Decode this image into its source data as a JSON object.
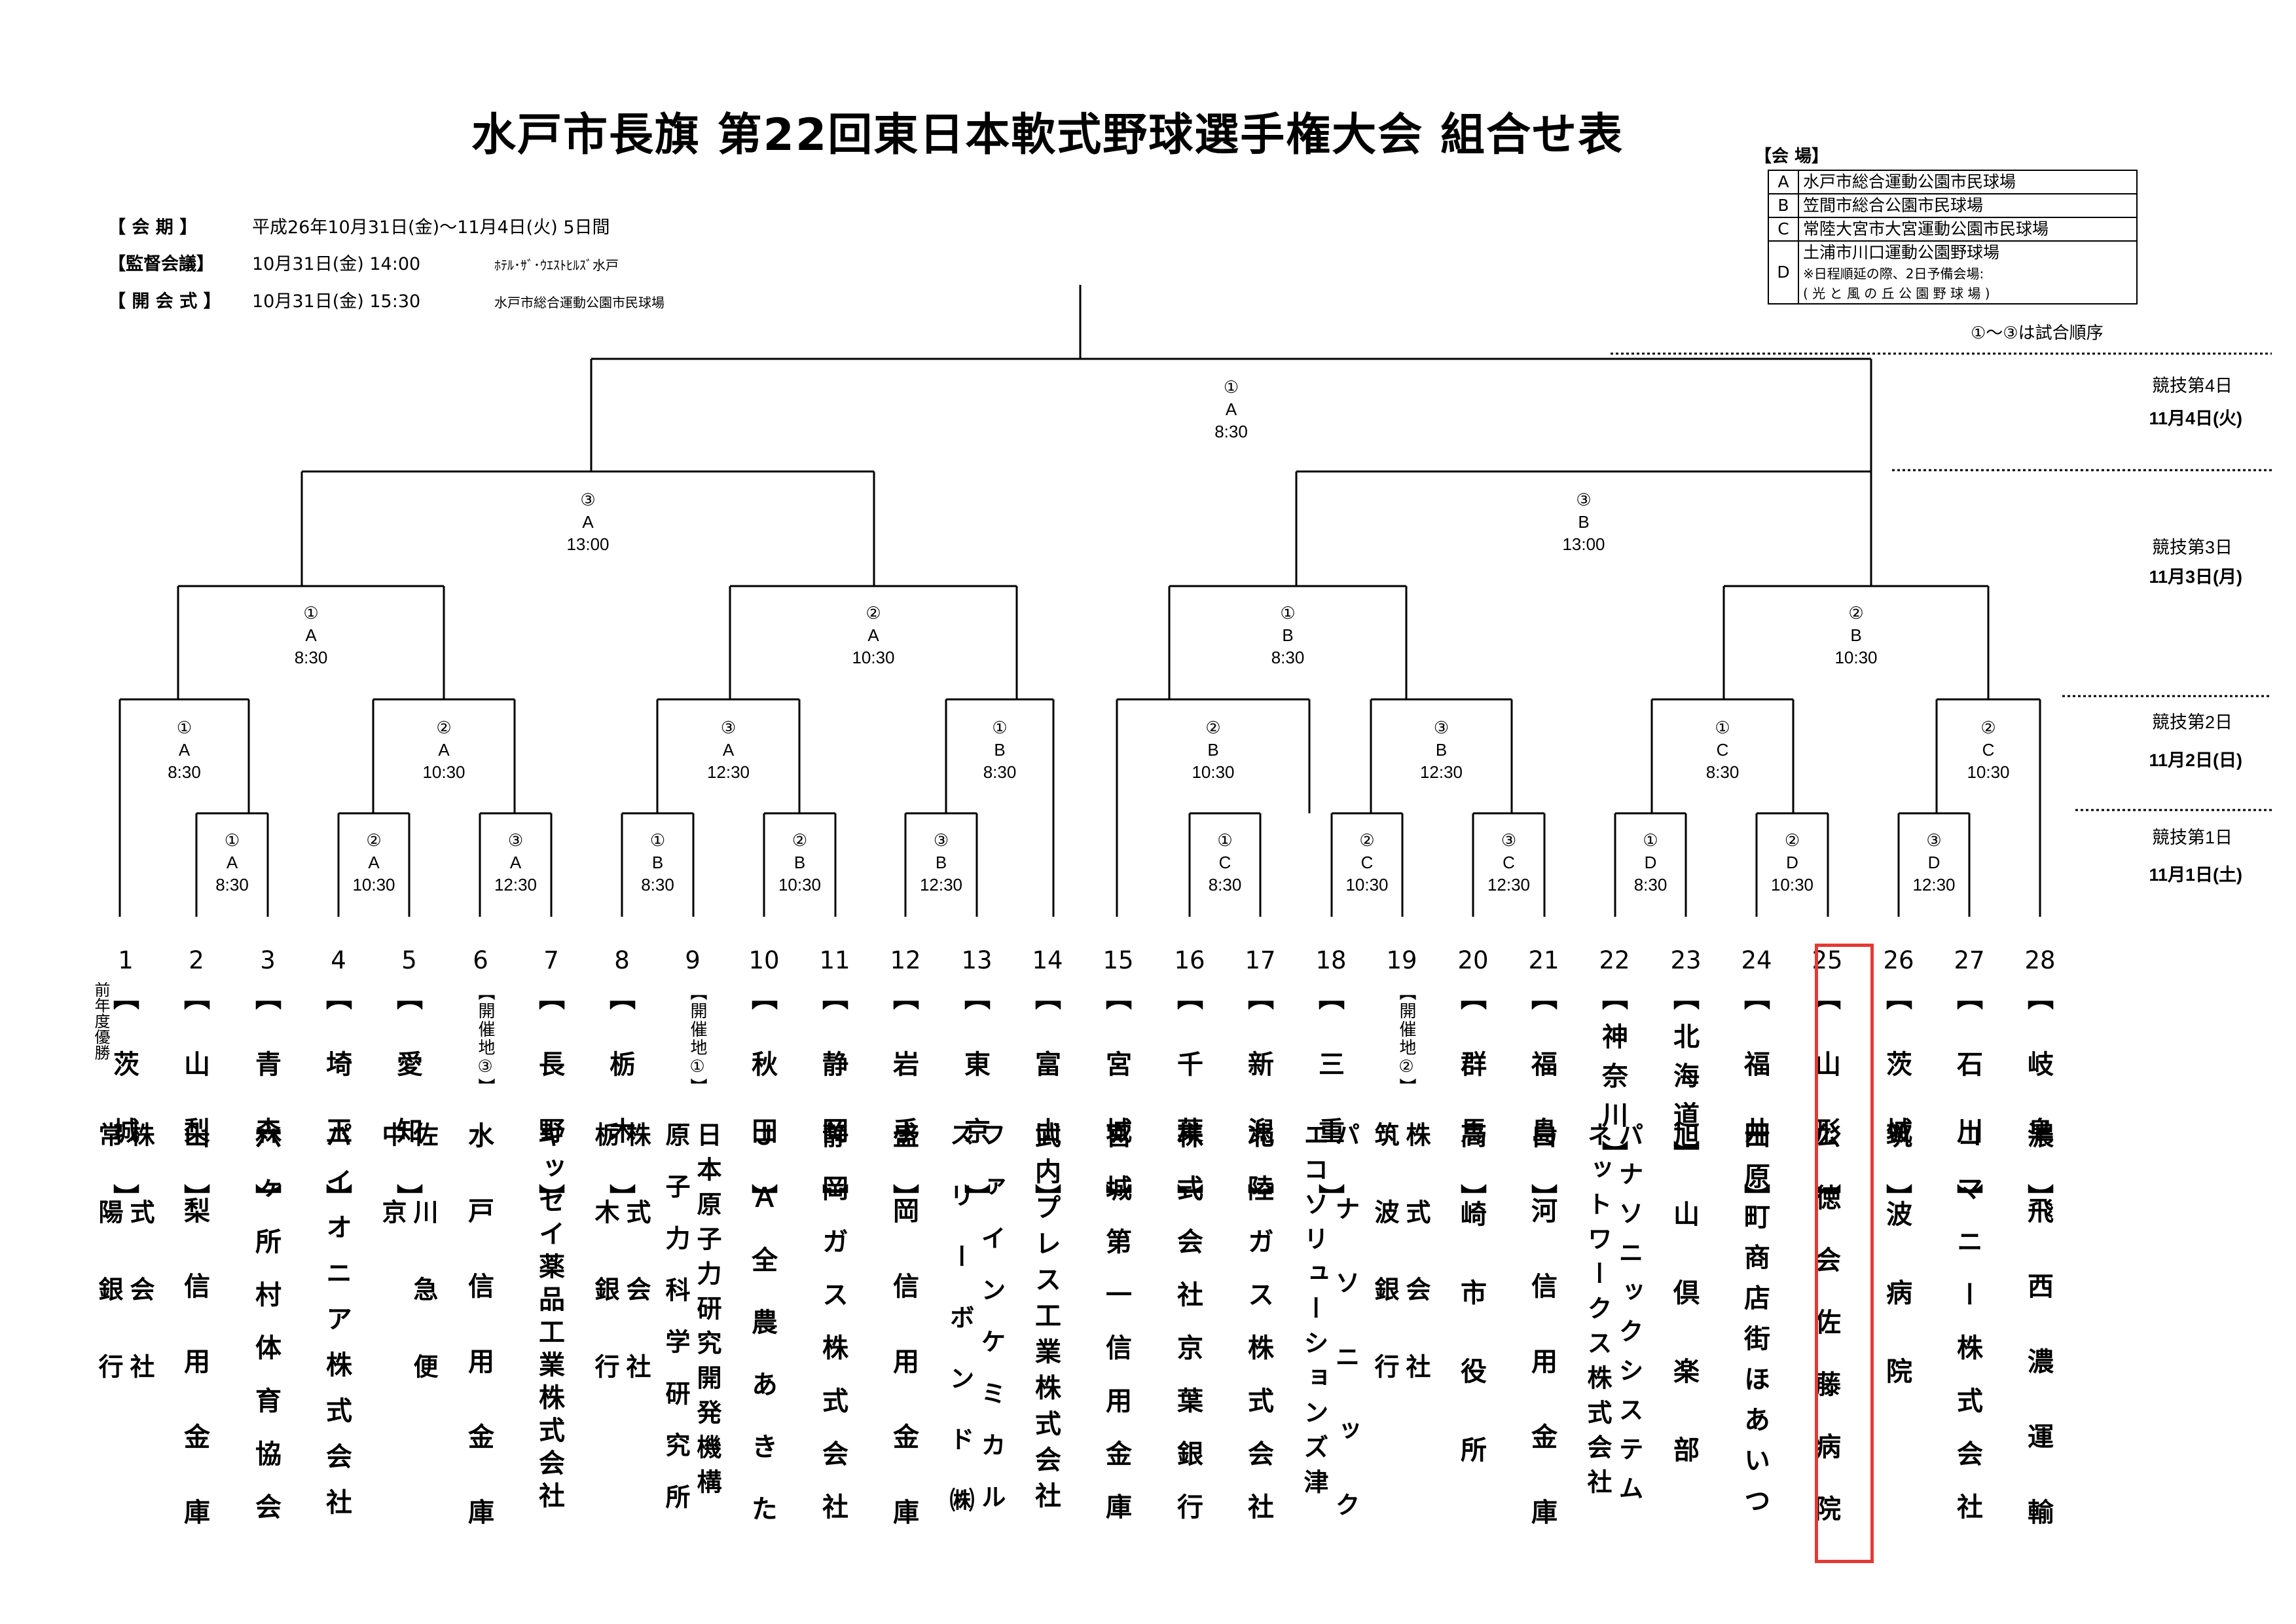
{
  "title": "水戸市長旗 第22回東日本軟式野球選手権大会 組合せ表",
  "info": [
    {
      "label": "【 会 期 】",
      "value": "平成26年10月31日(金)～11月4日(火) 5日間",
      "place": ""
    },
    {
      "label": "【監督会議】",
      "value": "10月31日(金) 14:00",
      "place": "ﾎﾃﾙ･ｻﾞ･ｳｴｽﾄﾋﾙｽﾞ水戸"
    },
    {
      "label": "【 開 会 式 】",
      "value": "10月31日(金) 15:30",
      "place": "水戸市総合運動公園市民球場"
    }
  ],
  "venues": {
    "heading": "【会 場】",
    "rows": [
      {
        "code": "A",
        "name": "水戸市総合運動公園市民球場"
      },
      {
        "code": "B",
        "name": "笠間市総合公園市民球場"
      },
      {
        "code": "C",
        "name": "常陸大宮市大宮運動公園市民球場"
      },
      {
        "code": "D",
        "name": "土浦市川口運動公園野球場",
        "note1": "※日程順延の際、2日予備会場:",
        "note2": "( 光 と 風 の 丘 公 園 野 球 場 )"
      }
    ]
  },
  "order_note": "①～③は試合順序",
  "days": [
    {
      "label": "競技第4日",
      "date": "11月4日(火)"
    },
    {
      "label": "競技第3日",
      "date": "11月3日(月)"
    },
    {
      "label": "競技第2日",
      "date": "11月2日(日)"
    },
    {
      "label": "競技第1日",
      "date": "11月1日(土)"
    }
  ],
  "games": [
    {
      "order": "①",
      "venue": "A",
      "time": "8:30"
    },
    {
      "order": "③",
      "venue": "A",
      "time": "13:00"
    },
    {
      "order": "③",
      "venue": "B",
      "time": "13:00"
    },
    {
      "order": "①",
      "venue": "A",
      "time": "8:30"
    },
    {
      "order": "②",
      "venue": "A",
      "time": "10:30"
    },
    {
      "order": "①",
      "venue": "B",
      "time": "8:30"
    },
    {
      "order": "②",
      "venue": "B",
      "time": "10:30"
    },
    {
      "order": "①",
      "venue": "A",
      "time": "8:30"
    },
    {
      "order": "②",
      "venue": "A",
      "time": "10:30"
    },
    {
      "order": "③",
      "venue": "A",
      "time": "12:30"
    },
    {
      "order": "①",
      "venue": "B",
      "time": "8:30"
    },
    {
      "order": "②",
      "venue": "B",
      "time": "10:30"
    },
    {
      "order": "③",
      "venue": "B",
      "time": "12:30"
    },
    {
      "order": "①",
      "venue": "C",
      "time": "8:30"
    },
    {
      "order": "②",
      "venue": "C",
      "time": "10:30"
    },
    {
      "order": "①",
      "venue": "A",
      "time": "8:30"
    },
    {
      "order": "②",
      "venue": "A",
      "time": "10:30"
    },
    {
      "order": "③",
      "venue": "A",
      "time": "12:30"
    },
    {
      "order": "①",
      "venue": "B",
      "time": "8:30"
    },
    {
      "order": "②",
      "venue": "B",
      "time": "10:30"
    },
    {
      "order": "③",
      "venue": "B",
      "time": "12:30"
    },
    {
      "order": "①",
      "venue": "C",
      "time": "8:30"
    },
    {
      "order": "②",
      "venue": "C",
      "time": "10:30"
    },
    {
      "order": "③",
      "venue": "C",
      "time": "12:30"
    },
    {
      "order": "①",
      "venue": "D",
      "time": "8:30"
    },
    {
      "order": "②",
      "venue": "D",
      "time": "10:30"
    },
    {
      "order": "③",
      "venue": "D",
      "time": "12:30"
    }
  ],
  "teams": [
    {
      "num": "1",
      "pref": "【茨城】",
      "name": "株式会社 常陽銀行",
      "note": "前年度優勝"
    },
    {
      "num": "2",
      "pref": "【山梨】",
      "name": "山梨信用金庫",
      "note": ""
    },
    {
      "num": "3",
      "pref": "【青森】",
      "name": "六ヶ所村体育協会",
      "note": ""
    },
    {
      "num": "4",
      "pref": "【埼玉】",
      "name": "パイオニア株式会社",
      "note": ""
    },
    {
      "num": "5",
      "pref": "【愛知】",
      "name": "佐川急便 中京",
      "note": ""
    },
    {
      "num": "6",
      "pref": "【開催地③】",
      "name": "水戸信用金庫",
      "note": ""
    },
    {
      "num": "7",
      "pref": "【長野】",
      "name": "キッセイ薬品工業株式会社",
      "note": ""
    },
    {
      "num": "8",
      "pref": "【栃木】",
      "name": "株式会社 栃木銀行",
      "note": ""
    },
    {
      "num": "9",
      "pref": "【開催地①】",
      "name": "日本原子力研究開発機構 原子力科学研究所",
      "note": ""
    },
    {
      "num": "10",
      "pref": "【秋田】",
      "name": "ＪＡ全農あきた",
      "note": ""
    },
    {
      "num": "11",
      "pref": "【静岡】",
      "name": "静岡ガス株式会社",
      "note": ""
    },
    {
      "num": "12",
      "pref": "【岩手】",
      "name": "盛岡信用金庫",
      "note": ""
    },
    {
      "num": "13",
      "pref": "【東京】",
      "name": "ファインケミカル スリーボンド㈱",
      "note": ""
    },
    {
      "num": "14",
      "pref": "【富山】",
      "name": "武内プレス工業株式会社",
      "note": ""
    },
    {
      "num": "15",
      "pref": "【宮城】",
      "name": "宮城第一信用金庫",
      "note": ""
    },
    {
      "num": "16",
      "pref": "【千葉】",
      "name": "株式会社京葉銀行",
      "note": ""
    },
    {
      "num": "17",
      "pref": "【新潟】",
      "name": "北陸ガス株式会社",
      "note": ""
    },
    {
      "num": "18",
      "pref": "【三重】",
      "name": "パナソニック エコソリューションズ津",
      "note": ""
    },
    {
      "num": "19",
      "pref": "【開催地②】",
      "name": "株式会社 筑波銀行",
      "note": ""
    },
    {
      "num": "20",
      "pref": "【群馬】",
      "name": "高崎市役所",
      "note": ""
    },
    {
      "num": "21",
      "pref": "【福島】",
      "name": "白河信用金庫",
      "note": ""
    },
    {
      "num": "22",
      "pref": "【神奈川】",
      "name": "パナソニックシステム ネットワークス株式会社",
      "note": ""
    },
    {
      "num": "23",
      "pref": "【北海道】",
      "name": "旭山倶楽部",
      "note": ""
    },
    {
      "num": "24",
      "pref": "【福井】",
      "name": "田原町商店街ほあいつ",
      "note": ""
    },
    {
      "num": "25",
      "pref": "【山形】",
      "name": "公徳会佐藤病院",
      "note": ""
    },
    {
      "num": "26",
      "pref": "【茨城】",
      "name": "筑波病院",
      "note": ""
    },
    {
      "num": "27",
      "pref": "【石川】",
      "name": "コマニー株式会社",
      "note": ""
    },
    {
      "num": "28",
      "pref": "【岐阜】",
      "name": "濃飛西濃運輸",
      "note": ""
    }
  ]
}
